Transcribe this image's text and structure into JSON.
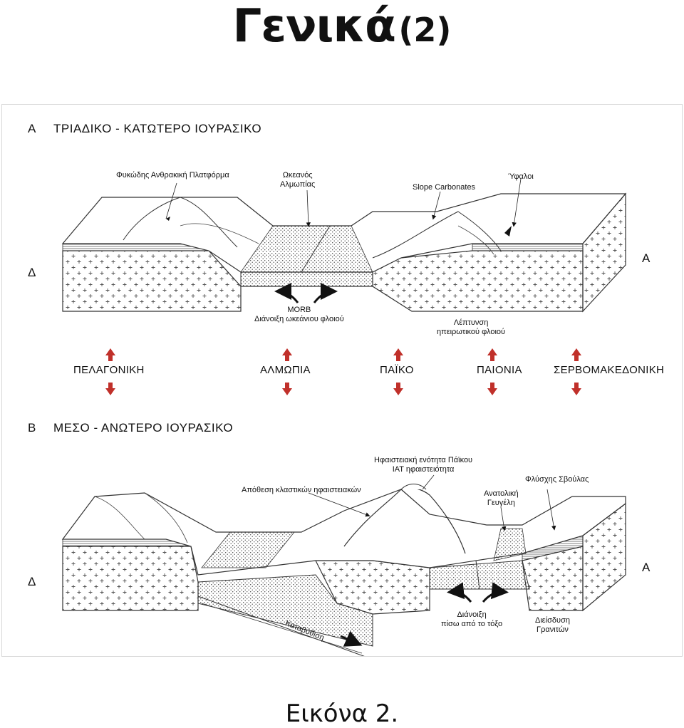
{
  "title": {
    "main": "Γενικά",
    "suffix": "(2)"
  },
  "caption": "Εικόνα 2.",
  "panel_a": {
    "letter": "Α",
    "period": "ΤΡΙΑΔΙΚΟ - ΚΑΤΩΤΕΡΟ ΙΟΥΡΑΣΙΚΟ",
    "west": "Δ",
    "east": "Α",
    "labels": {
      "platform": "Φυκώδης Ανθρακική Πλατφόρμα",
      "ocean_1": "Ωκεανός",
      "ocean_2": "Αλμωπίας",
      "slope": "Slope Carbonates",
      "reefs": "Ύφαλοι",
      "morb_1": "MORB",
      "morb_2": "Διάνοιξη ωκεάνιου φλοιού",
      "thin_1": "Λέπτυνση",
      "thin_2": "ηπειρωτικού φλοιού"
    }
  },
  "terranes": [
    "ΠΕΛΑΓΟΝΙΚΗ",
    "ΑΛΜΩΠΙΑ",
    "ΠΑΪΚΟ",
    "ΠΑΙΟΝΙΑ",
    "ΣΕΡΒΟΜΑΚΕΔΟΝΙΚΗ"
  ],
  "panel_b": {
    "letter": "Β",
    "period": "ΜΕΣΟ - ΑΝΩΤΕΡΟ ΙΟΥΡΑΣΙΚΟ",
    "west": "Δ",
    "east": "Α",
    "labels": {
      "volc_1": "Ηφαιστειακή ενότητα Πάϊκου",
      "volc_2": "IAT ηφαιστειότητα",
      "clastic": "Απόθεση κλαστικών ηφαιστειακών",
      "flysch": "Φλύσχης Σβούλας",
      "gevgeli_1": "Ανατολική",
      "gevgeli_2": "Γευγέλη",
      "backarc_1": "Διάνοιξη",
      "backarc_2": "πίσω από το τόξο",
      "granite_1": "Διείσδυση",
      "granite_2": "Γρανιτών",
      "subduction": "Καταβύθιση"
    }
  },
  "colors": {
    "arrow": "#c0302a",
    "line": "#222222",
    "outline": "#333333"
  }
}
